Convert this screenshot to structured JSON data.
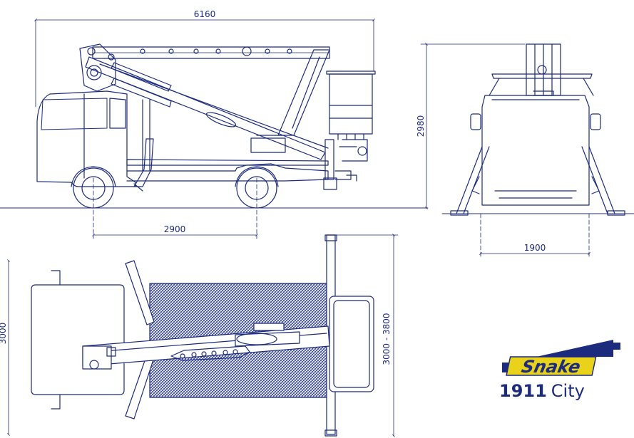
{
  "dimensions": {
    "overall_length": "6160",
    "overall_height": "2980",
    "wheelbase": "2900",
    "stabiliser_spread_side": "1900",
    "stabiliser_spread_top": "3000",
    "stabiliser_width_range": "3000 - 3800"
  },
  "logo": {
    "wordmark": "Snake",
    "model_number": "1911",
    "model_name": "City"
  },
  "colors": {
    "line": "#1c2b7e",
    "hatch": "#2a3a8f",
    "logo_gold": "#e8d21a",
    "logo_navy": "#1c2b7e"
  }
}
